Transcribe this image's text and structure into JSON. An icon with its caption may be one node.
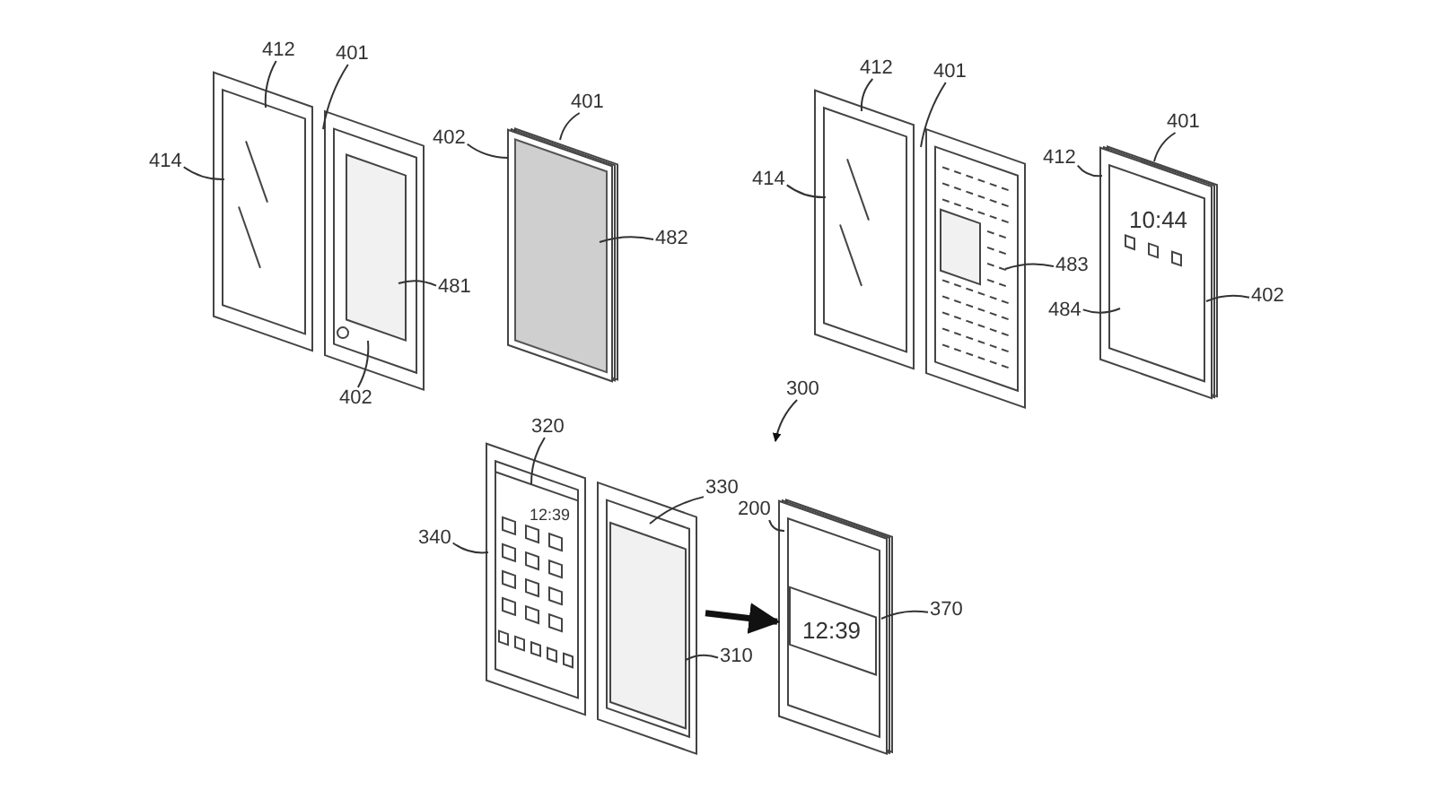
{
  "diagram": {
    "nodes": [
      {
        "text": [],
        "shape": "picture"
      },
      {
        "text": [],
        "shape": "picture"
      },
      {
        "text": [],
        "shape": "picture"
      },
      {
        "text": [],
        "shape": "picture"
      },
      {
        "text": [],
        "shape": "picture"
      },
      {
        "text": [],
        "shape": "picture"
      },
      {
        "text": [
          "412"
        ]
      },
      {
        "text": [
          "401"
        ]
      },
      {
        "text": [
          "414"
        ]
      },
      {
        "text": [
          "481"
        ]
      },
      {
        "text": [
          "402"
        ]
      },
      {
        "text": [
          "402"
        ]
      },
      {
        "text": [
          "401"
        ]
      },
      {
        "text": [
          "482"
        ]
      },
      {
        "text": [
          "412"
        ]
      },
      {
        "text": [
          "401"
        ]
      },
      {
        "text": [
          "414"
        ]
      },
      {
        "text": [
          "483"
        ]
      },
      {
        "text": [
          "412"
        ]
      },
      {
        "text": [
          "401"
        ]
      },
      {
        "text": [
          "484"
        ]
      },
      {
        "text": [
          "402"
        ]
      },
      {
        "text": [
          "300"
        ]
      },
      {
        "text": [
          "320"
        ]
      },
      {
        "text": [
          "340"
        ]
      },
      {
        "text": [
          "330"
        ]
      },
      {
        "text": [
          "310"
        ]
      },
      {
        "text": [
          "200"
        ]
      },
      {
        "text": [
          "370"
        ]
      }
    ],
    "edges": [
      {
        "from": 6,
        "to": 0,
        "arrow": "none"
      },
      {
        "from": 7,
        "to": 0,
        "arrow": "none"
      },
      {
        "from": 8,
        "to": 0,
        "arrow": "none"
      },
      {
        "from": 9,
        "to": 0,
        "arrow": "none"
      },
      {
        "from": 10,
        "to": 0,
        "arrow": "none"
      },
      {
        "from": 11,
        "to": 1,
        "arrow": "none"
      },
      {
        "from": 12,
        "to": 1,
        "arrow": "none"
      },
      {
        "from": 13,
        "to": 1,
        "arrow": "none"
      },
      {
        "from": 14,
        "to": 2,
        "arrow": "none"
      },
      {
        "from": 15,
        "to": 2,
        "arrow": "none"
      },
      {
        "from": 16,
        "to": 2,
        "arrow": "none"
      },
      {
        "from": 17,
        "to": 2,
        "arrow": "none"
      },
      {
        "from": 18,
        "to": 3,
        "arrow": "none"
      },
      {
        "from": 19,
        "to": 3,
        "arrow": "none"
      },
      {
        "from": 20,
        "to": 3,
        "arrow": "none"
      },
      {
        "from": 21,
        "to": 3,
        "arrow": "none"
      },
      {
        "from": 22,
        "to": null,
        "arrow": "to"
      },
      {
        "from": 23,
        "to": 4,
        "arrow": "none"
      },
      {
        "from": 24,
        "to": 4,
        "arrow": "none"
      },
      {
        "from": 25,
        "to": 4,
        "arrow": "none"
      },
      {
        "from": 26,
        "to": 4,
        "arrow": "none"
      },
      {
        "from": 27,
        "to": 5,
        "arrow": "none"
      },
      {
        "from": 28,
        "to": 5,
        "arrow": "none"
      },
      {
        "from": 4,
        "to": 5,
        "arrow": "to",
        "style": "thick"
      }
    ],
    "labels": [
      "10:44",
      "12:39",
      "12:39"
    ]
  }
}
